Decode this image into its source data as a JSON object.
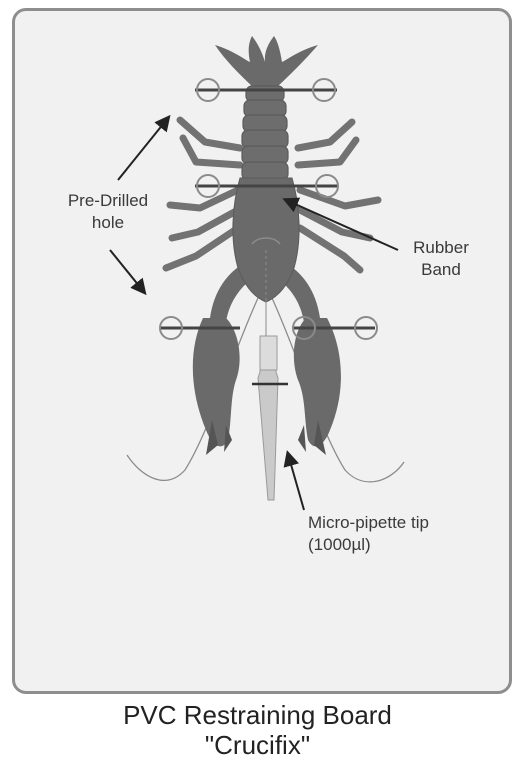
{
  "labels": {
    "predrilled_line1": "Pre-Drilled",
    "predrilled_line2": "hole",
    "rubber_line1": "Rubber",
    "rubber_line2": "Band",
    "pipette_line1": "Micro-pipette tip",
    "pipette_line2": "(1000µl)"
  },
  "caption": {
    "line1": "PVC Restraining Board",
    "line2": "\"Crucifix\""
  },
  "colors": {
    "board": "#f1f1f1",
    "board_border": "#8e8e8e",
    "crayfish": "#6a6a6a",
    "crayfish_dark": "#555555",
    "band": "#444444",
    "hole": "#8a8a8a",
    "pipette": "#c9c9c9",
    "text": "#3a3a3a"
  }
}
